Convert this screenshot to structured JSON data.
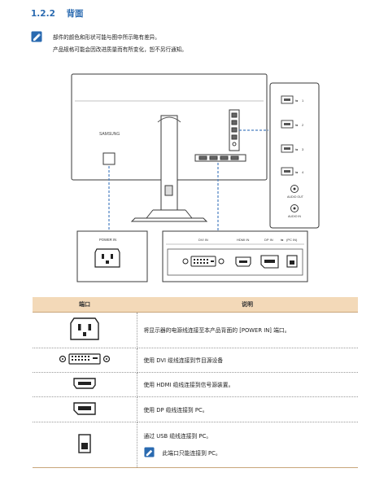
{
  "section": {
    "number": "1.2.2",
    "title": "背面"
  },
  "note": {
    "line1": "部件的颜色和形状可能与图中所示略有差异。",
    "line2": "产品规格可能会因改进质量而有所变化，恕不另行通知。"
  },
  "diagram": {
    "brand": "SAMSUNG",
    "power_label": "POWER IN",
    "dvi_label": "DVI IN",
    "hdmi_label": "HDMI IN",
    "dp_label": "DP IN",
    "usb_label": "(PC IN)",
    "side_audio_out": "AUDIO OUT",
    "side_audio_in": "AUDIO IN",
    "side_usb_labels": [
      "1",
      "2",
      "3",
      "4"
    ]
  },
  "table": {
    "header_port": "端口",
    "header_desc": "说明",
    "rows": [
      {
        "port": "power",
        "desc": "将显示器的电源线连接至本产品背面的 [POWER IN] 端口。"
      },
      {
        "port": "dvi",
        "desc": "使用 DVI 缆线连接到节目源设备"
      },
      {
        "port": "hdmi",
        "desc": "使用 HDMI 缆线连接到信号源装置。"
      },
      {
        "port": "dp",
        "desc": "使用 DP 缆线连接到 PC。"
      },
      {
        "port": "usb",
        "desc": "通过 USB 缆线连接到 PC。",
        "note": "此端口只能连接到 PC。"
      }
    ]
  },
  "colors": {
    "heading": "#2a6ab0",
    "header_bg": "#f3d9b8",
    "dash": "#4a7fc1"
  }
}
